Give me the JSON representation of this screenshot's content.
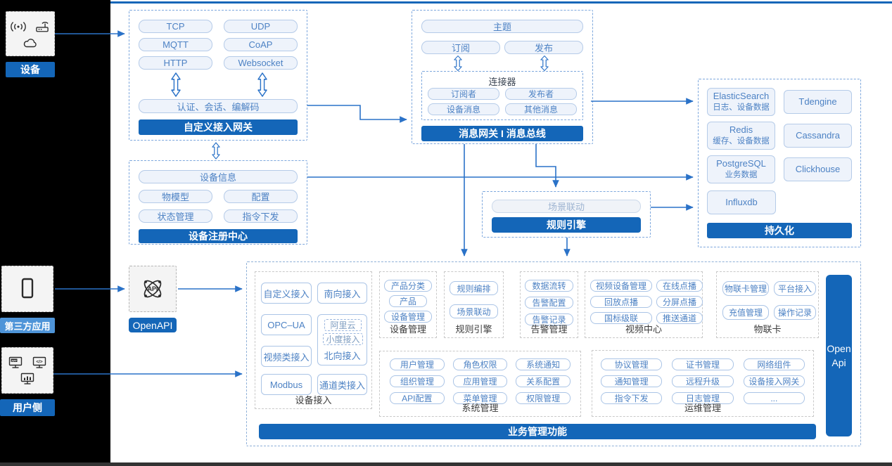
{
  "colors": {
    "primary": "#1466b8",
    "item_text": "#4d82c4",
    "item_border": "#b5cbe8",
    "line": "#2a72c8",
    "third_party_label_bg": "#4e94d8"
  },
  "left": {
    "device_label": "设备",
    "third_party_label": "第三方应用",
    "user_label": "用户侧"
  },
  "openapi_label": "OpenAPI",
  "gateway": {
    "protocols": [
      "TCP",
      "UDP",
      "MQTT",
      "CoAP",
      "HTTP",
      "Websocket"
    ],
    "auth": "认证、会话、编解码",
    "title": "自定义接入网关"
  },
  "bus": {
    "topic": "主题",
    "subscribe": "订阅",
    "publish": "发布",
    "connector_title": "连接器",
    "connector_items": [
      "订阅者",
      "发布者",
      "设备消息",
      "其他消息"
    ],
    "title": "消息网关 I 消息总线"
  },
  "persistence": {
    "title": "持久化",
    "es_name": "ElasticSearch",
    "es_desc": "日志、设备数据",
    "tdengine": "Tdengine",
    "redis_name": "Redis",
    "redis_desc": "缓存、设备数据",
    "cassandra": "Cassandra",
    "pg_name": "PostgreSQL",
    "pg_desc": "业务数据",
    "clickhouse": "Clickhouse",
    "influxdb": "Influxdb"
  },
  "registry": {
    "title": "设备注册中心",
    "device_info": "设备信息",
    "items": [
      "物模型",
      "配置",
      "状态管理",
      "指令下发"
    ]
  },
  "rulebox": {
    "scene": "场景联动",
    "title": "规则引擎"
  },
  "biz": {
    "title": "业务管理功能",
    "open_line1": "Open",
    "open_line2": "Api",
    "access": {
      "label": "设备接入",
      "custom": "自定义接入",
      "south": "南向接入",
      "opcua": "OPC–UA",
      "modbus": "Modbus",
      "video": "视频类接入",
      "channel": "通道类接入",
      "north_label": "北向接入",
      "aliyun": "阿里云",
      "xiaodu": "小度接入"
    },
    "device_mgmt": {
      "label": "设备管理",
      "items": [
        "产品分类",
        "产品",
        "设备管理"
      ]
    },
    "rule": {
      "label": "规则引擎",
      "items": [
        "规则编排",
        "场景联动"
      ]
    },
    "alarm": {
      "label": "告警管理",
      "items": [
        "数据流转",
        "告警配置",
        "告警记录"
      ]
    },
    "video": {
      "label": "视频中心",
      "items": [
        "视频设备管理",
        "在线点播",
        "回放点播",
        "分屏点播",
        "国标级联",
        "推送通道"
      ]
    },
    "iot_card": {
      "label": "物联卡",
      "items": [
        "物联卡管理",
        "平台接入",
        "充值管理",
        "操作记录"
      ]
    },
    "system": {
      "label": "系统管理",
      "items": [
        "用户管理",
        "角色权限",
        "系统通知",
        "组织管理",
        "应用管理",
        "关系配置",
        "API配置",
        "菜单管理",
        "权限管理"
      ]
    },
    "ops": {
      "label": "运维管理",
      "items": [
        "协议管理",
        "证书管理",
        "网络组件",
        "通知管理",
        "远程升级",
        "设备接入网关",
        "指令下发",
        "日志管理",
        "..."
      ]
    }
  }
}
